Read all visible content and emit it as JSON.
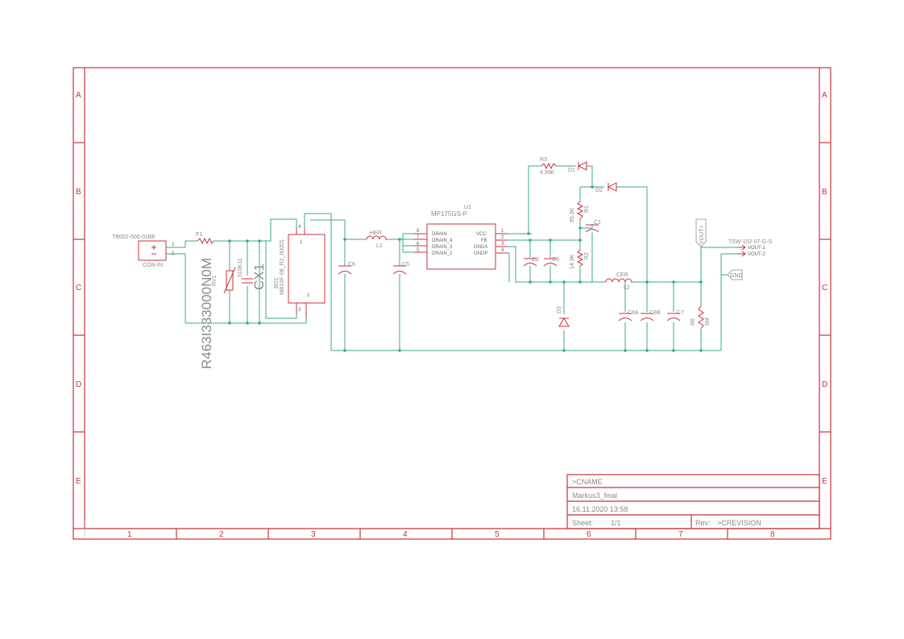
{
  "frame": {
    "rows": [
      "A",
      "B",
      "C",
      "D",
      "E"
    ],
    "columns": [
      "1",
      "2",
      "3",
      "4",
      "5",
      "6",
      "7",
      "8"
    ]
  },
  "title_block": {
    "name": ">CNAME",
    "project": "Markus3_final",
    "date": "16.11.2020 13:58",
    "sheet_label": "Sheet:",
    "sheet_value": "1/1",
    "rev_label": "Rev:",
    "rev_value": ">CREVISION"
  },
  "components": {
    "conn_in_part": "TB002-500-02BE",
    "conn_in_name": "CON-IN",
    "conn_in_pin2": "2",
    "conn_in_pin1": "1",
    "fuse": "F1",
    "rv1": "RV1",
    "rv1_value": "R463I333000N0M",
    "cx1_value": "510K11",
    "cx1": "CX1",
    "bd1": "BD1",
    "bd1_value": "MB10F-08_R2_00001",
    "bd_pin4": "4",
    "bd_pin1": "1",
    "bd_pin3": "3",
    "bd_pin2": "2",
    "c6": "C6",
    "l1_value": "HER",
    "l1": "L1",
    "c5": "C5",
    "u1": "U1",
    "u1_value": "MP175GS-P",
    "u1_pin_drain": "DRAIN",
    "u1_pin_drain4": "DRAIN_4",
    "u1_pin_drain3": "DRAIN_3",
    "u1_pin_drain2": "DRAIN_2",
    "u1_pin_vcc": "VCC",
    "u1_pin_fb": "FB",
    "u1_pin_gnda": "GNDA",
    "u1_pin_gndp": "GNDP",
    "u1_num_8": "8",
    "u1_num_7": "7",
    "u1_num_6": "6",
    "u1_num_5": "5",
    "u1_num_1": "1",
    "u1_num_2": "2",
    "u1_num_3": "3",
    "u1_num_4": "4",
    "c2": "C2",
    "c3": "C3",
    "r3": "R3",
    "r3_value": "4.99K",
    "d1": "D1",
    "d2": "D2",
    "r1_value": "95.3K",
    "r1": "R1",
    "c1": "C1",
    "r2_value": "14.3K",
    "r2": "R2",
    "l2_value": "CER",
    "l2": "L2",
    "d3": "D3",
    "c8a": "C8A",
    "c8b": "C8B",
    "c7": "C7",
    "r6": "R6",
    "r6_value": "6M",
    "vout_conn": "TSW-102-07-G-S",
    "vout_pin1": "VOUT-1",
    "vout_pin2": "VOUT-2",
    "vout_flag": "VOUT+",
    "gnd_flag": "GND"
  }
}
